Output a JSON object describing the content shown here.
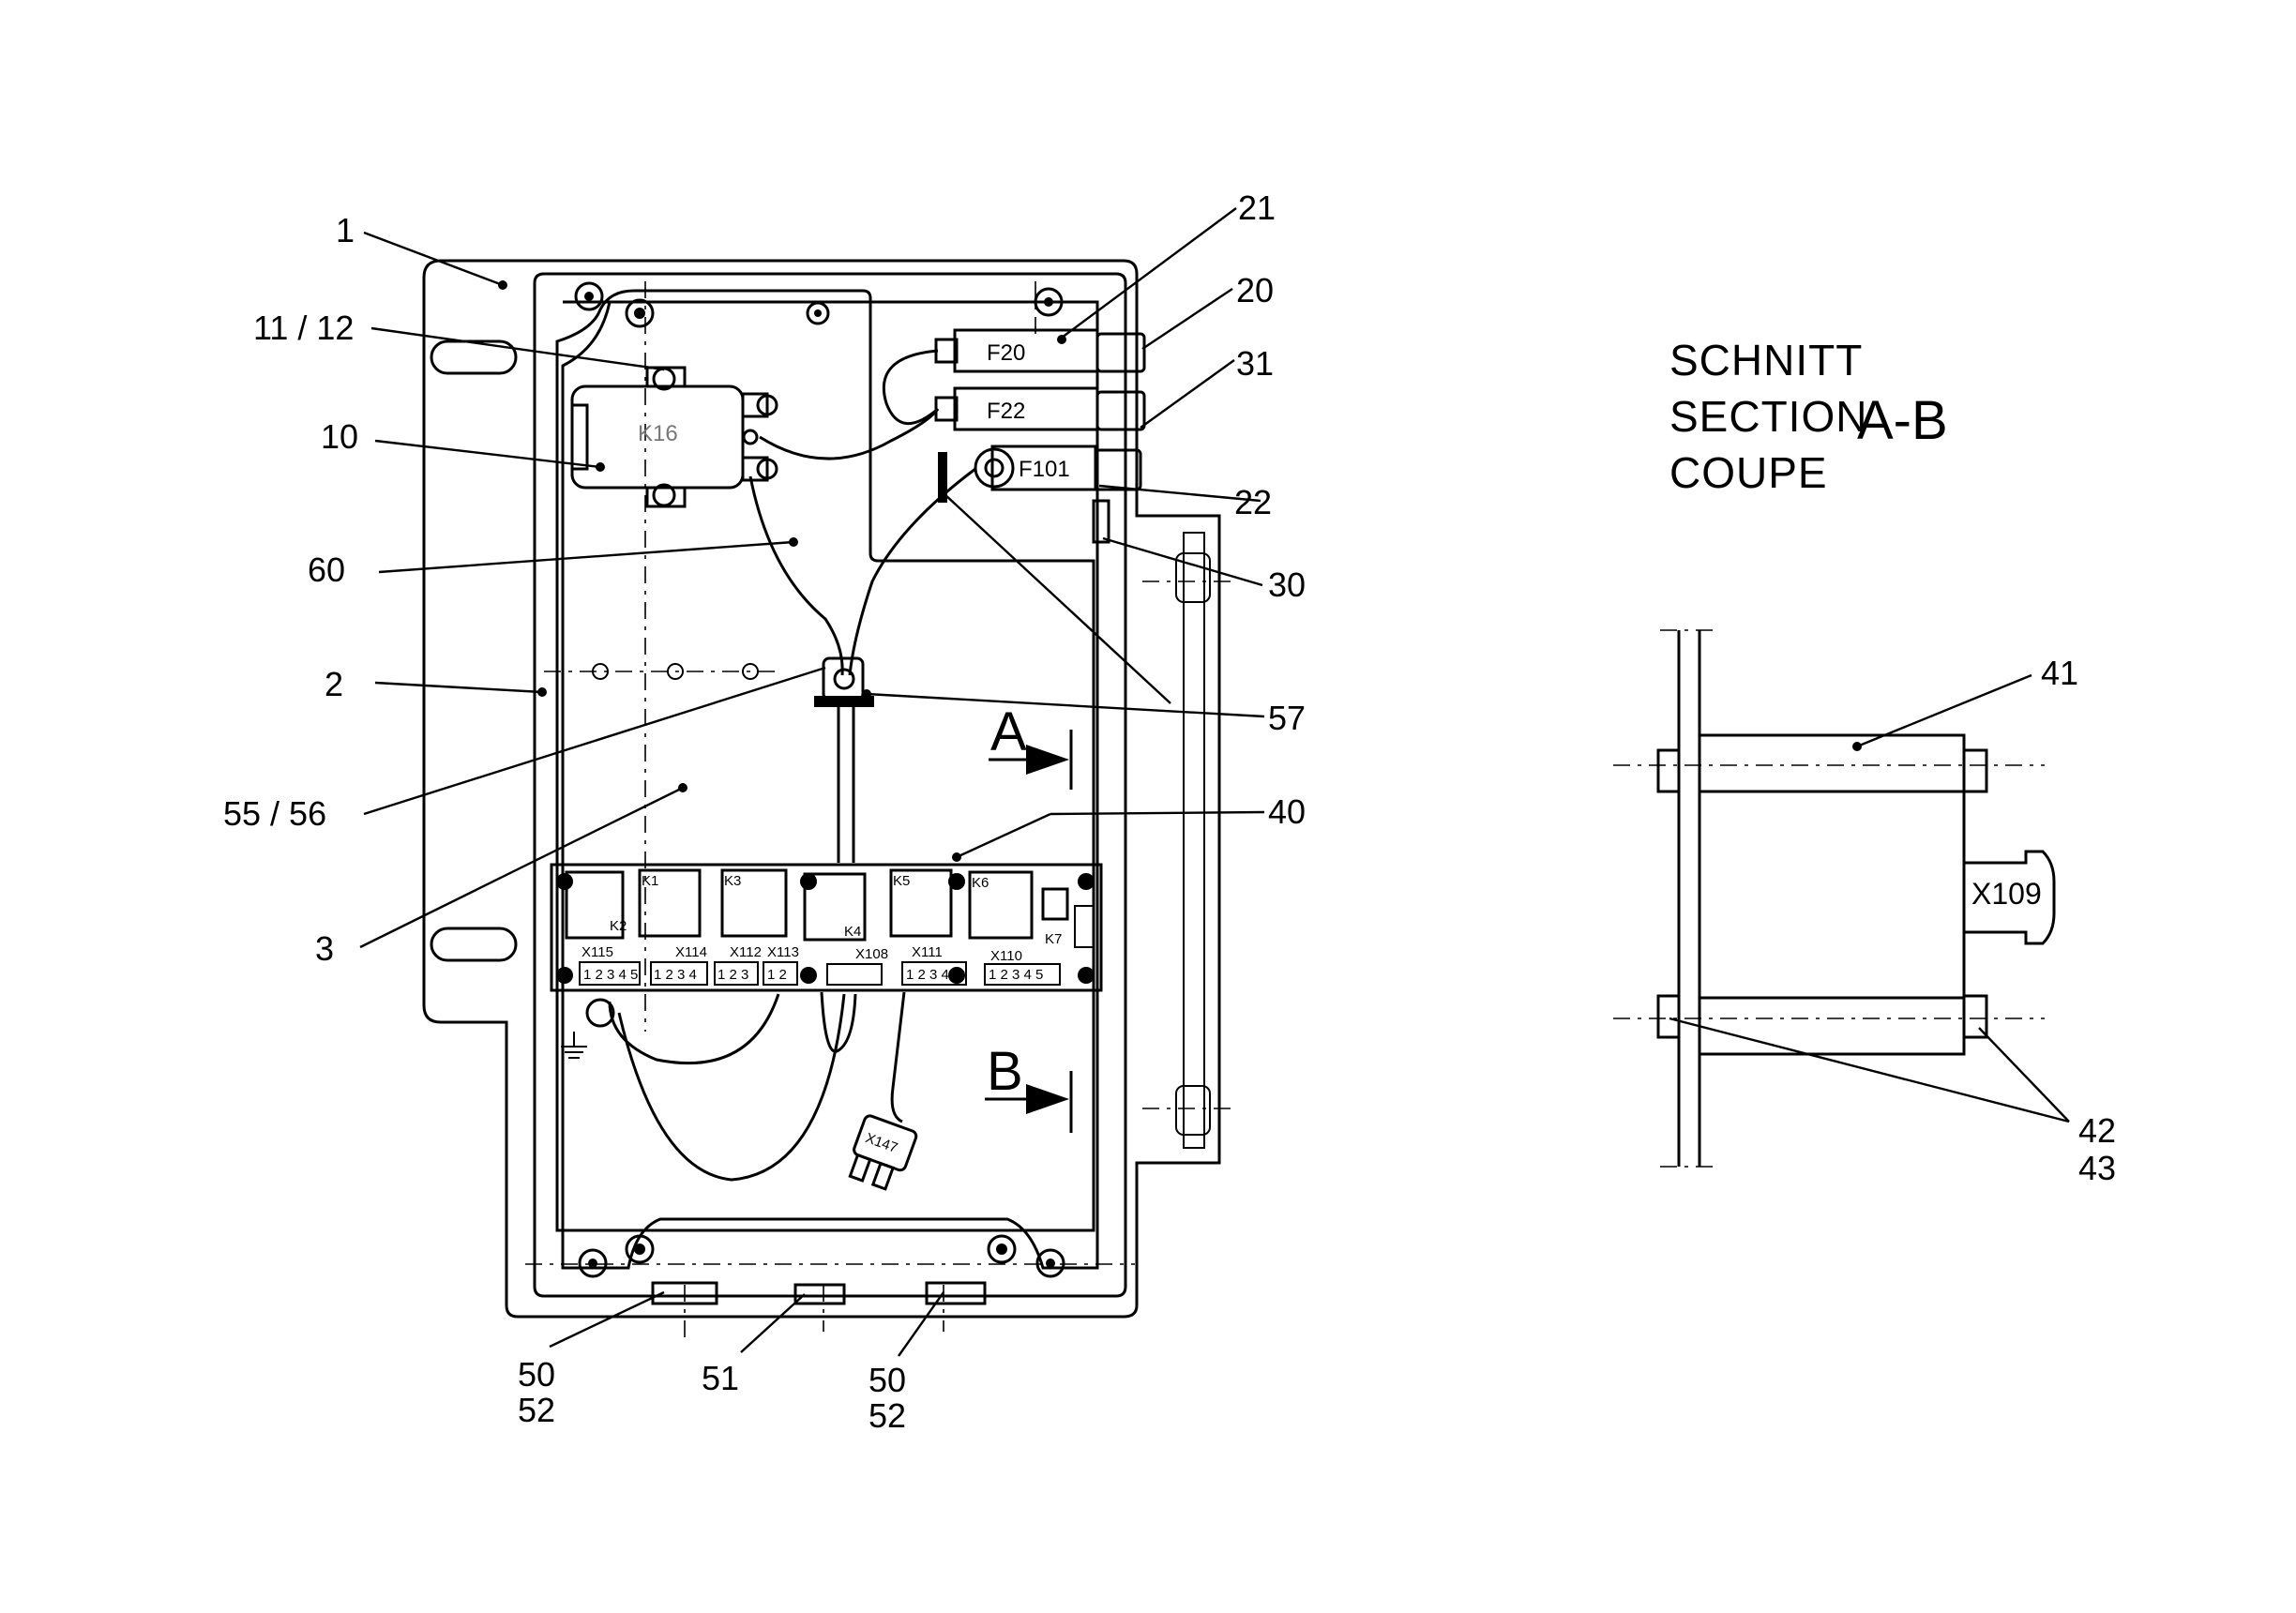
{
  "callouts": {
    "c1": "1",
    "c11_12": "11 / 12",
    "c10": "10",
    "c60": "60",
    "c2": "2",
    "c55_56": "55 / 56",
    "c3": "3",
    "c21": "21",
    "c20": "20",
    "c31": "31",
    "c22": "22",
    "c30": "30",
    "c57": "57",
    "c40": "40",
    "c50a": "50",
    "c52a": "52",
    "c51": "51",
    "c50b": "50",
    "c52b": "52",
    "c41": "41",
    "c42": "42",
    "c43": "43"
  },
  "section": {
    "word1": "SCHNITT",
    "word2": "SECTION",
    "word3": "COUPE",
    "id": "A-B",
    "marker_a": "A",
    "marker_b": "B"
  },
  "components": {
    "fuse_f20": "F20",
    "fuse_f22": "F22",
    "fuse_f101": "F101",
    "relay_main": "K16",
    "connector_x147": "X147",
    "connector_x109": "X109",
    "relays": [
      "K1",
      "K2",
      "K3",
      "K4",
      "K5",
      "K6",
      "K7"
    ],
    "plugs": [
      "X115",
      "X114",
      "X112",
      "X113",
      "X108",
      "X111",
      "X110"
    ],
    "pins5": "1 2 3 4 5",
    "pins4": "1 2 3 4",
    "pins3": "1 2 3",
    "pins2": "1 2"
  }
}
